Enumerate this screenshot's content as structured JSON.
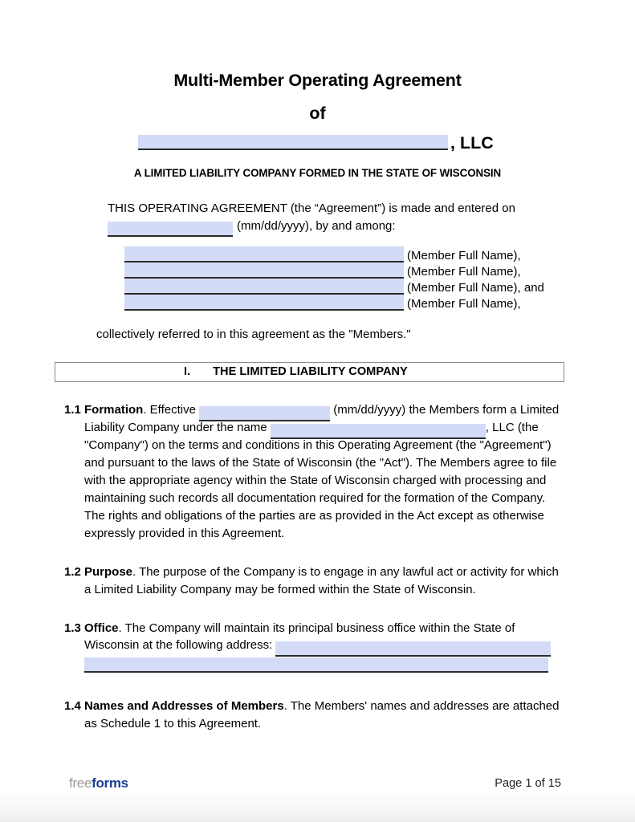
{
  "document": {
    "title_main": "Multi-Member Operating Agreement",
    "title_of": "of",
    "company_name_value": "",
    "title_suffix": ", LLC",
    "subtitle": "A LIMITED LIABILITY COMPANY FORMED IN THE STATE OF WISCONSIN"
  },
  "intro": {
    "line1": "THIS OPERATING AGREEMENT (the “Agreement”) is made and entered on",
    "date_value": "",
    "date_format_hint": "(mm/dd/yyyy), by and among:"
  },
  "members": {
    "rows": [
      {
        "value": "",
        "label": "(Member Full Name),"
      },
      {
        "value": "",
        "label": "(Member Full Name),"
      },
      {
        "value": "",
        "label": "(Member Full Name), and"
      },
      {
        "value": "",
        "label": "(Member Full Name),"
      }
    ],
    "collectively": "collectively referred to in this agreement as the \"Members.\""
  },
  "section": {
    "number": "I.",
    "title": "THE LIMITED LIABILITY COMPANY"
  },
  "clauses": [
    {
      "number": "1.1",
      "title": "Formation",
      "text_a": ". Effective ",
      "date_value": "",
      "text_b": " (mm/dd/yyyy) the Members form a Limited Liability Company under the name ",
      "name_value": "",
      "text_c": ", LLC (the \"Company\") on the terms and conditions in this Operating Agreement (the \"Agreement\") and pursuant to the laws of the State of Wisconsin (the \"Act\"). The Members agree to file with the appropriate agency within the State of Wisconsin charged with processing and maintaining such records all documentation required for the formation of the Company. The rights and obligations of the parties are as provided in the Act except as otherwise expressly provided in this Agreement."
    },
    {
      "number": "1.2",
      "title": "Purpose",
      "text_a": ". The purpose of the Company is to engage in any lawful act or activity for which a Limited Liability Company may be formed within the State of Wisconsin."
    },
    {
      "number": "1.3",
      "title": "Office",
      "text_a": ". The Company will maintain its principal business office within the State of Wisconsin at the following address: ",
      "address_line1_value": "",
      "address_line2_value": ""
    },
    {
      "number": "1.4",
      "title": "Names and Addresses of Members",
      "text_a": ". The Members' names and addresses are attached as Schedule 1 to this Agreement."
    }
  ],
  "footer": {
    "logo_part1": "free",
    "logo_part2": "forms",
    "page_label": "Page 1 of 15"
  },
  "colors": {
    "field_fill": "#d4dbf7",
    "field_rule": "#2b2b2b",
    "section_border": "#8a8a8a",
    "logo_gray": "#9b9b9b",
    "logo_blue": "#1b3f94"
  }
}
